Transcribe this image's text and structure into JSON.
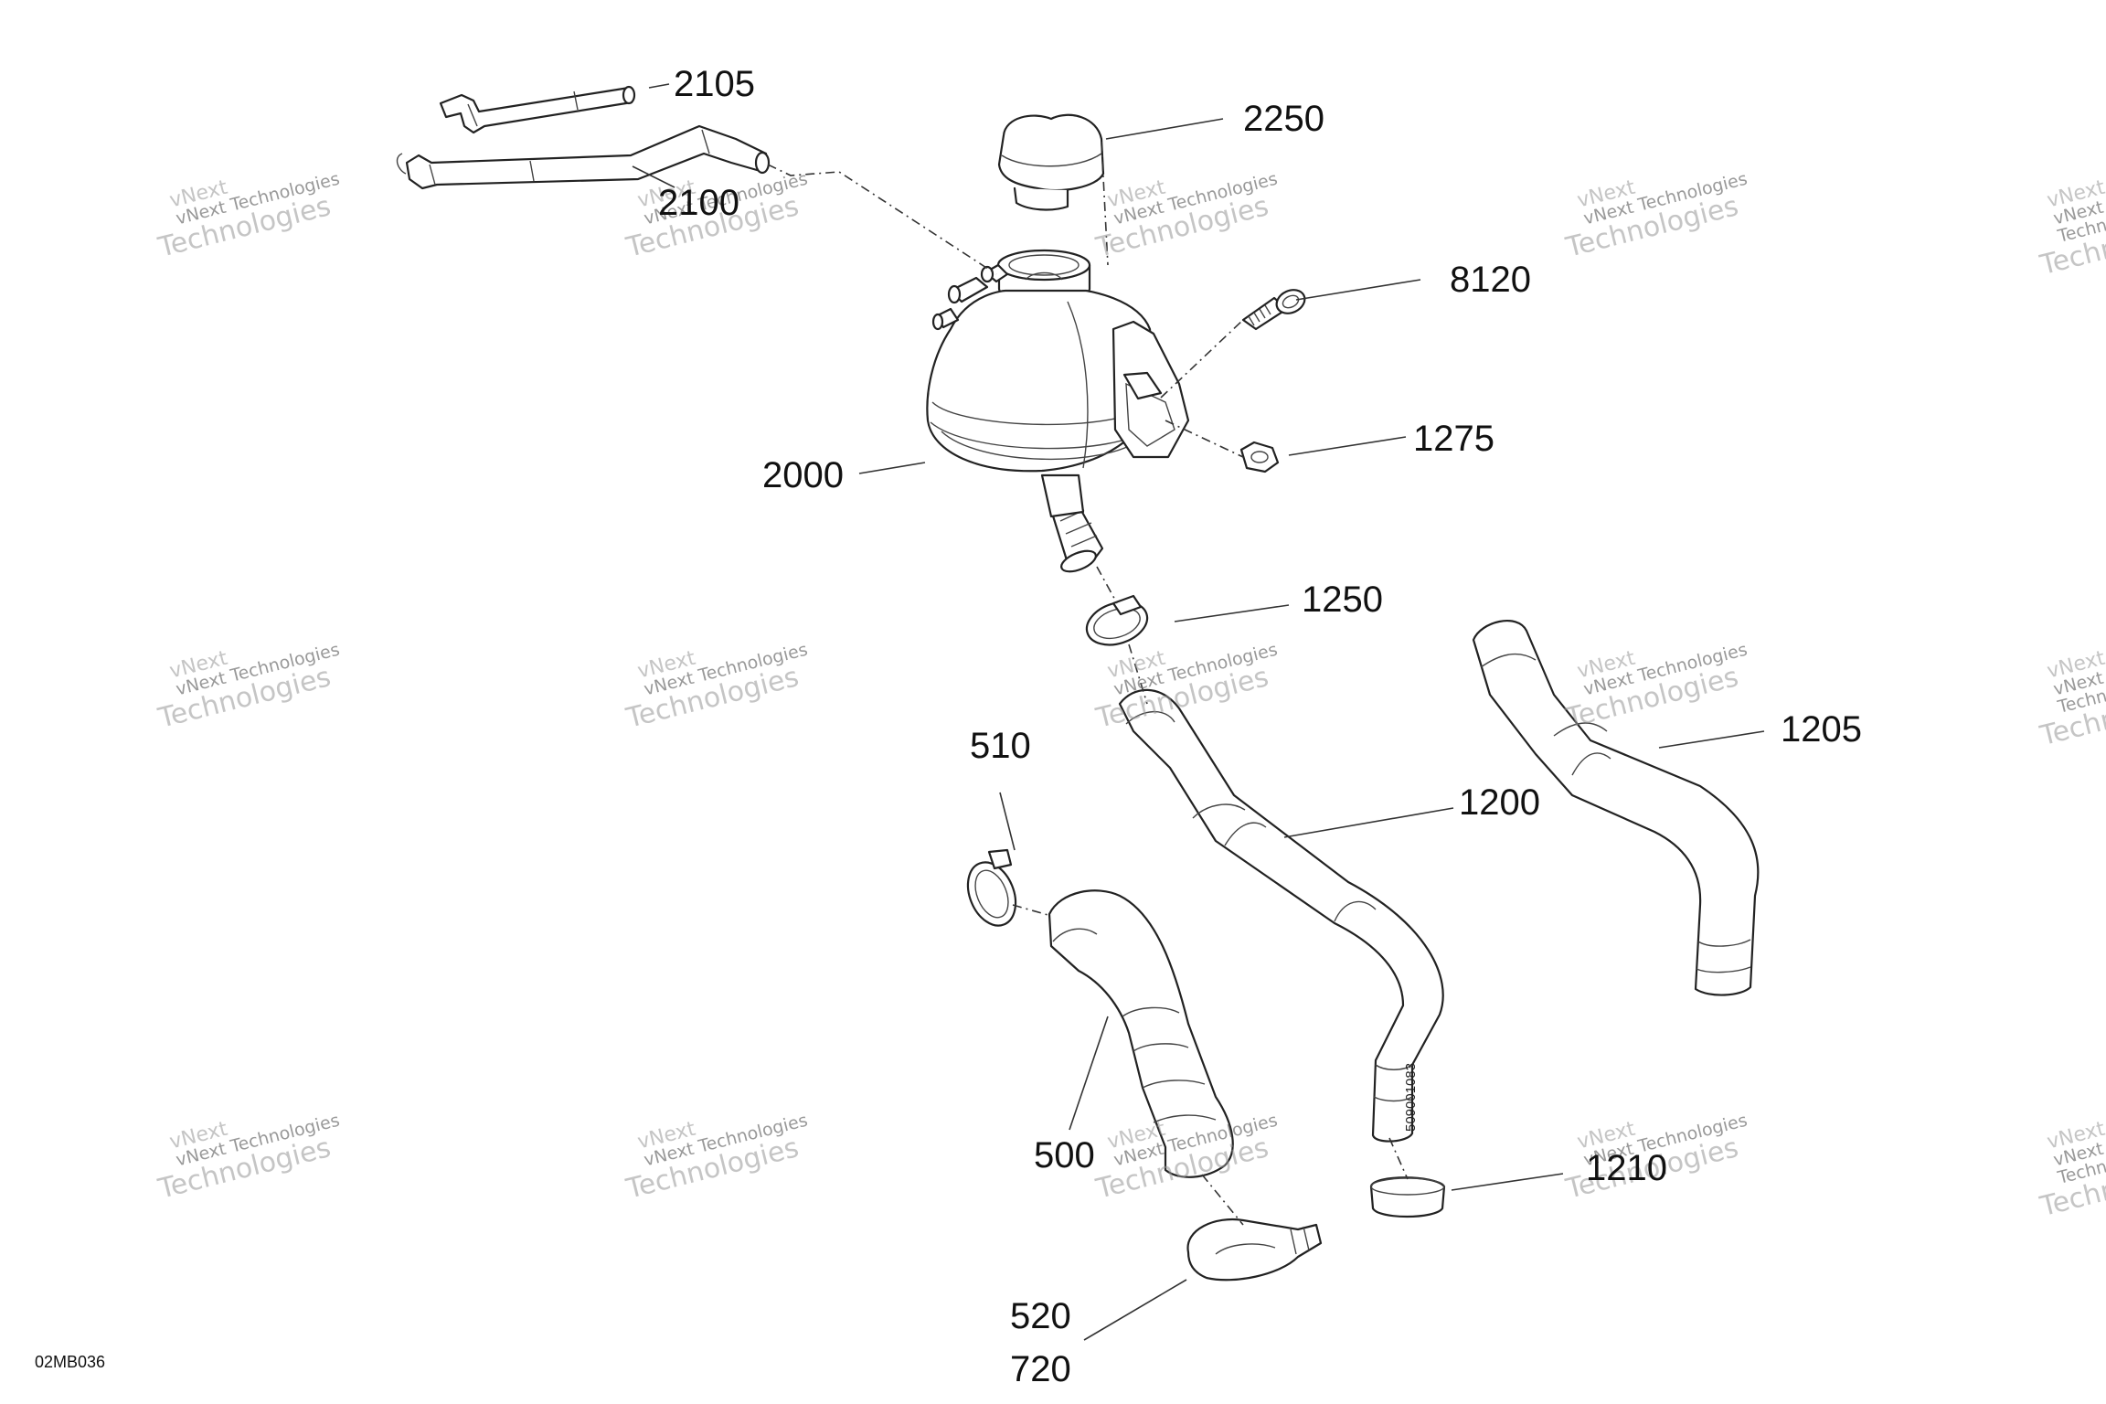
{
  "diagram_code": "02MB036",
  "hose_print": "509001083",
  "watermark": {
    "line1": "vNext",
    "line2": "vNext Technologies",
    "line3": "Technologies"
  },
  "callouts": {
    "p2105": "2105",
    "p2250": "2250",
    "p2100": "2100",
    "p8120": "8120",
    "p1275": "1275",
    "p2000": "2000",
    "p1250": "1250",
    "p510": "510",
    "p1205": "1205",
    "p1200": "1200",
    "p500": "500",
    "p1210": "1210",
    "p520": "520",
    "p720": "720"
  }
}
